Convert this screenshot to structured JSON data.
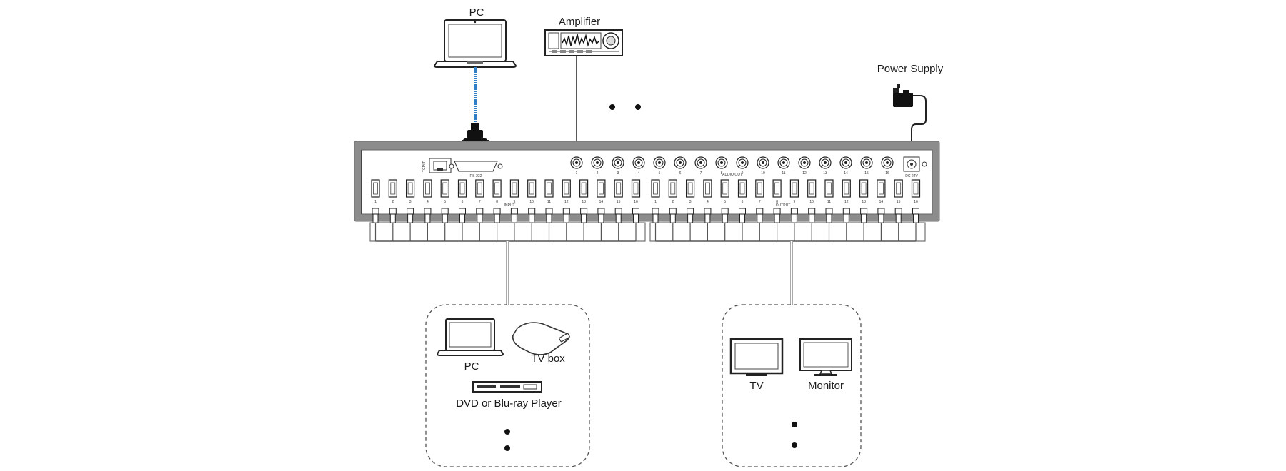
{
  "labels": {
    "pc_top": "PC",
    "amplifier": "Amplifier",
    "power_supply": "Power Supply",
    "pc_source": "PC",
    "tv_box": "TV box",
    "dvd": "DVD or Blu-ray Player",
    "tv": "TV",
    "monitor": "Monitor"
  },
  "panel": {
    "tcp_ip": "TCP/IP",
    "rs232": "RS-232",
    "audio_out": "AUDIO OUT",
    "input": "INPUT",
    "output": "OUTPUT",
    "dc": "DC 24V",
    "port_count_per_group": 16,
    "port_numbers": [
      "1",
      "2",
      "3",
      "4",
      "5",
      "6",
      "7",
      "8",
      "9",
      "10",
      "11",
      "12",
      "13",
      "14",
      "15",
      "16"
    ]
  },
  "colors": {
    "panel_frame": "#8c8c8c",
    "panel_face": "#ffffff",
    "rs232_cable": "#2f7fc4",
    "line": "#333333",
    "dashed_box": "#555555"
  }
}
